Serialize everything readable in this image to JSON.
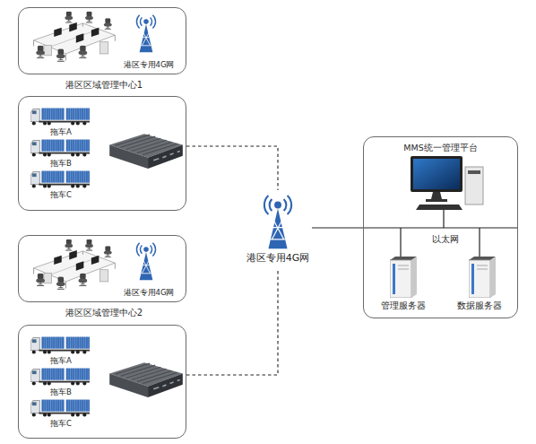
{
  "diagram": {
    "nodes": [
      {
        "text": [
          "港区专用4G网",
          "港区区域管理中心1"
        ]
      },
      {
        "text": [
          "拖车A",
          "拖车B",
          "拖车C"
        ]
      },
      {
        "text": [
          "港区专用4G网",
          "港区区域管理中心2"
        ]
      },
      {
        "text": [
          "拖车A",
          "拖车B",
          "拖车C"
        ]
      },
      {
        "text": [
          "港区专用4G网"
        ]
      },
      {
        "text": [
          "MMS统一管理平台"
        ]
      },
      {
        "text": [
          "管理服务器"
        ],
        "in": 5
      },
      {
        "text": [
          "数据服务器"
        ],
        "in": 5
      }
    ],
    "edges": [
      {
        "from": 1,
        "to": 4,
        "arrow": "none"
      },
      {
        "from": 3,
        "to": 4,
        "arrow": "none"
      },
      {
        "from": 4,
        "to": 5,
        "arrow": "none"
      }
    ],
    "labels": [
      "以太网"
    ]
  }
}
